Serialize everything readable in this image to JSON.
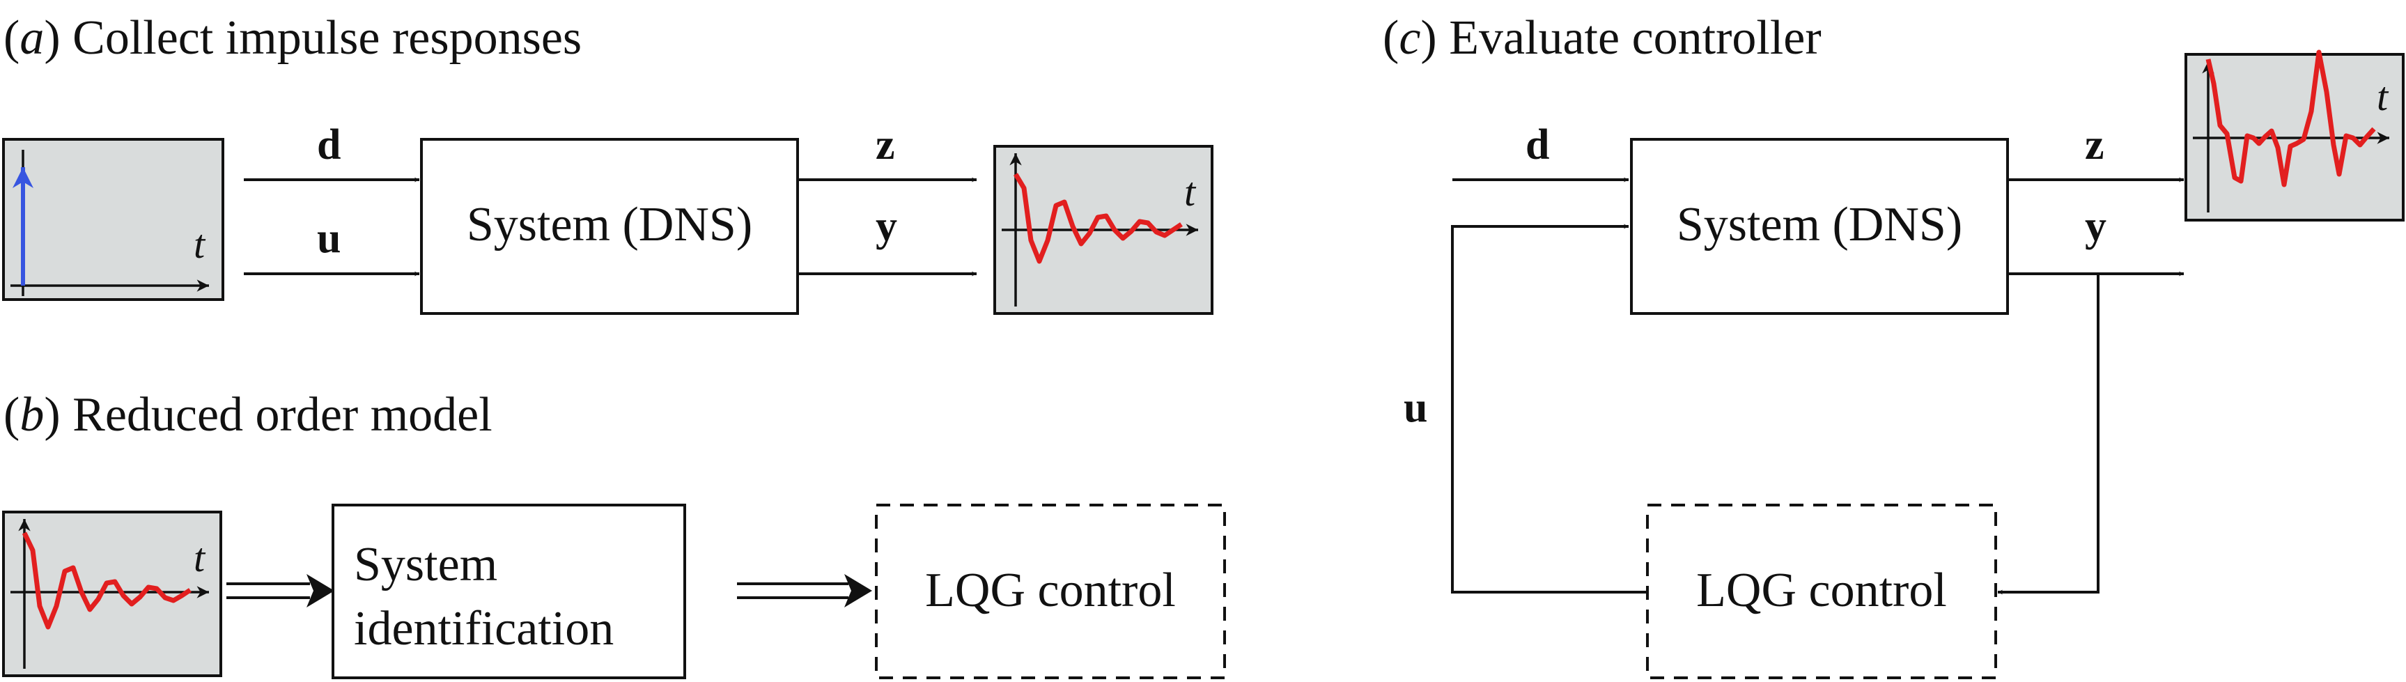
{
  "panels": {
    "a": {
      "tag": "a",
      "title": "Collect impulse responses"
    },
    "b": {
      "tag": "b",
      "title": "Reduced order model"
    },
    "c": {
      "tag": "c",
      "title": "Evaluate controller"
    }
  },
  "boxes": {
    "system_dns": "System (DNS)",
    "sysid_line1": "System",
    "sysid_line2": "identification",
    "lqg": "LQG control"
  },
  "signals": {
    "d": "d",
    "u": "u",
    "z": "z",
    "y": "y"
  },
  "time_var": "t",
  "colors": {
    "trace": "#e21f1f",
    "impulse": "#3755e0",
    "plot_bg": "#d9dcdc"
  },
  "icons": [
    "arrow-icon",
    "double-arrow-icon",
    "impulse-plot-icon",
    "decaying-response-plot-icon",
    "controlled-response-plot-icon"
  ]
}
